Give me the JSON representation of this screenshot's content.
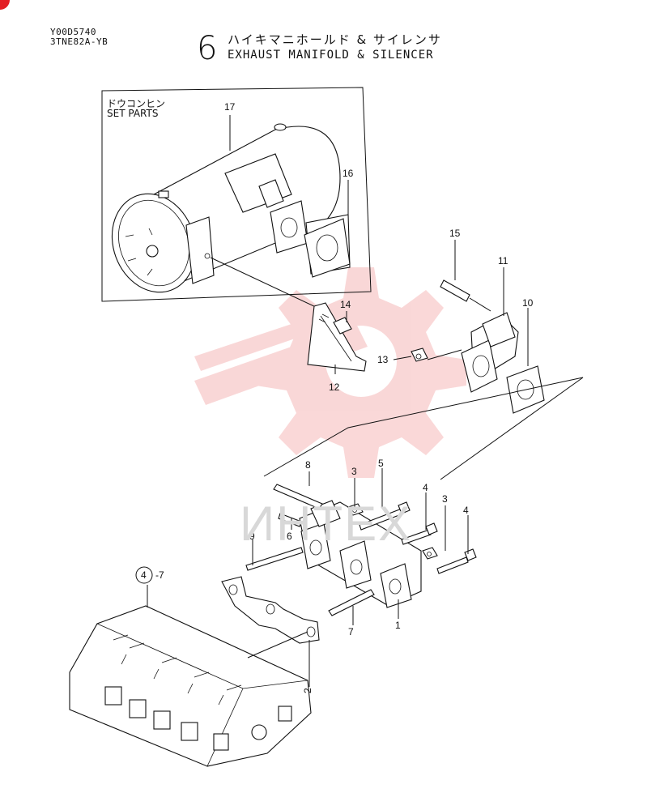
{
  "header": {
    "code1": "Y00D5740",
    "code2": "3TNE82A-YB",
    "section_number": "6",
    "title_jp": "ハイキマニホールド & サイレンサ",
    "title_en": "EXHAUST MANIFOLD & SILENCER"
  },
  "set_parts": {
    "jp": "ドウコンヒン",
    "en": "SET PARTS"
  },
  "watermark_text": "ИНТЕХ",
  "callouts": {
    "p1": "1",
    "p2": "2",
    "p3a": "3",
    "p3b": "3",
    "p4a": "4",
    "p4b": "4",
    "p5": "5",
    "p6": "6",
    "p7": "7",
    "p8": "8",
    "p9": "9",
    "p10": "10",
    "p11": "11",
    "p12": "12",
    "p13": "13",
    "p14": "14",
    "p15": "15",
    "p16": "16",
    "p17": "17",
    "ref_circle": "4",
    "ref_suffix": "-7"
  },
  "colors": {
    "brand_red": "#e31e24",
    "watermark": "#f5b8b8",
    "ink": "#111111"
  }
}
